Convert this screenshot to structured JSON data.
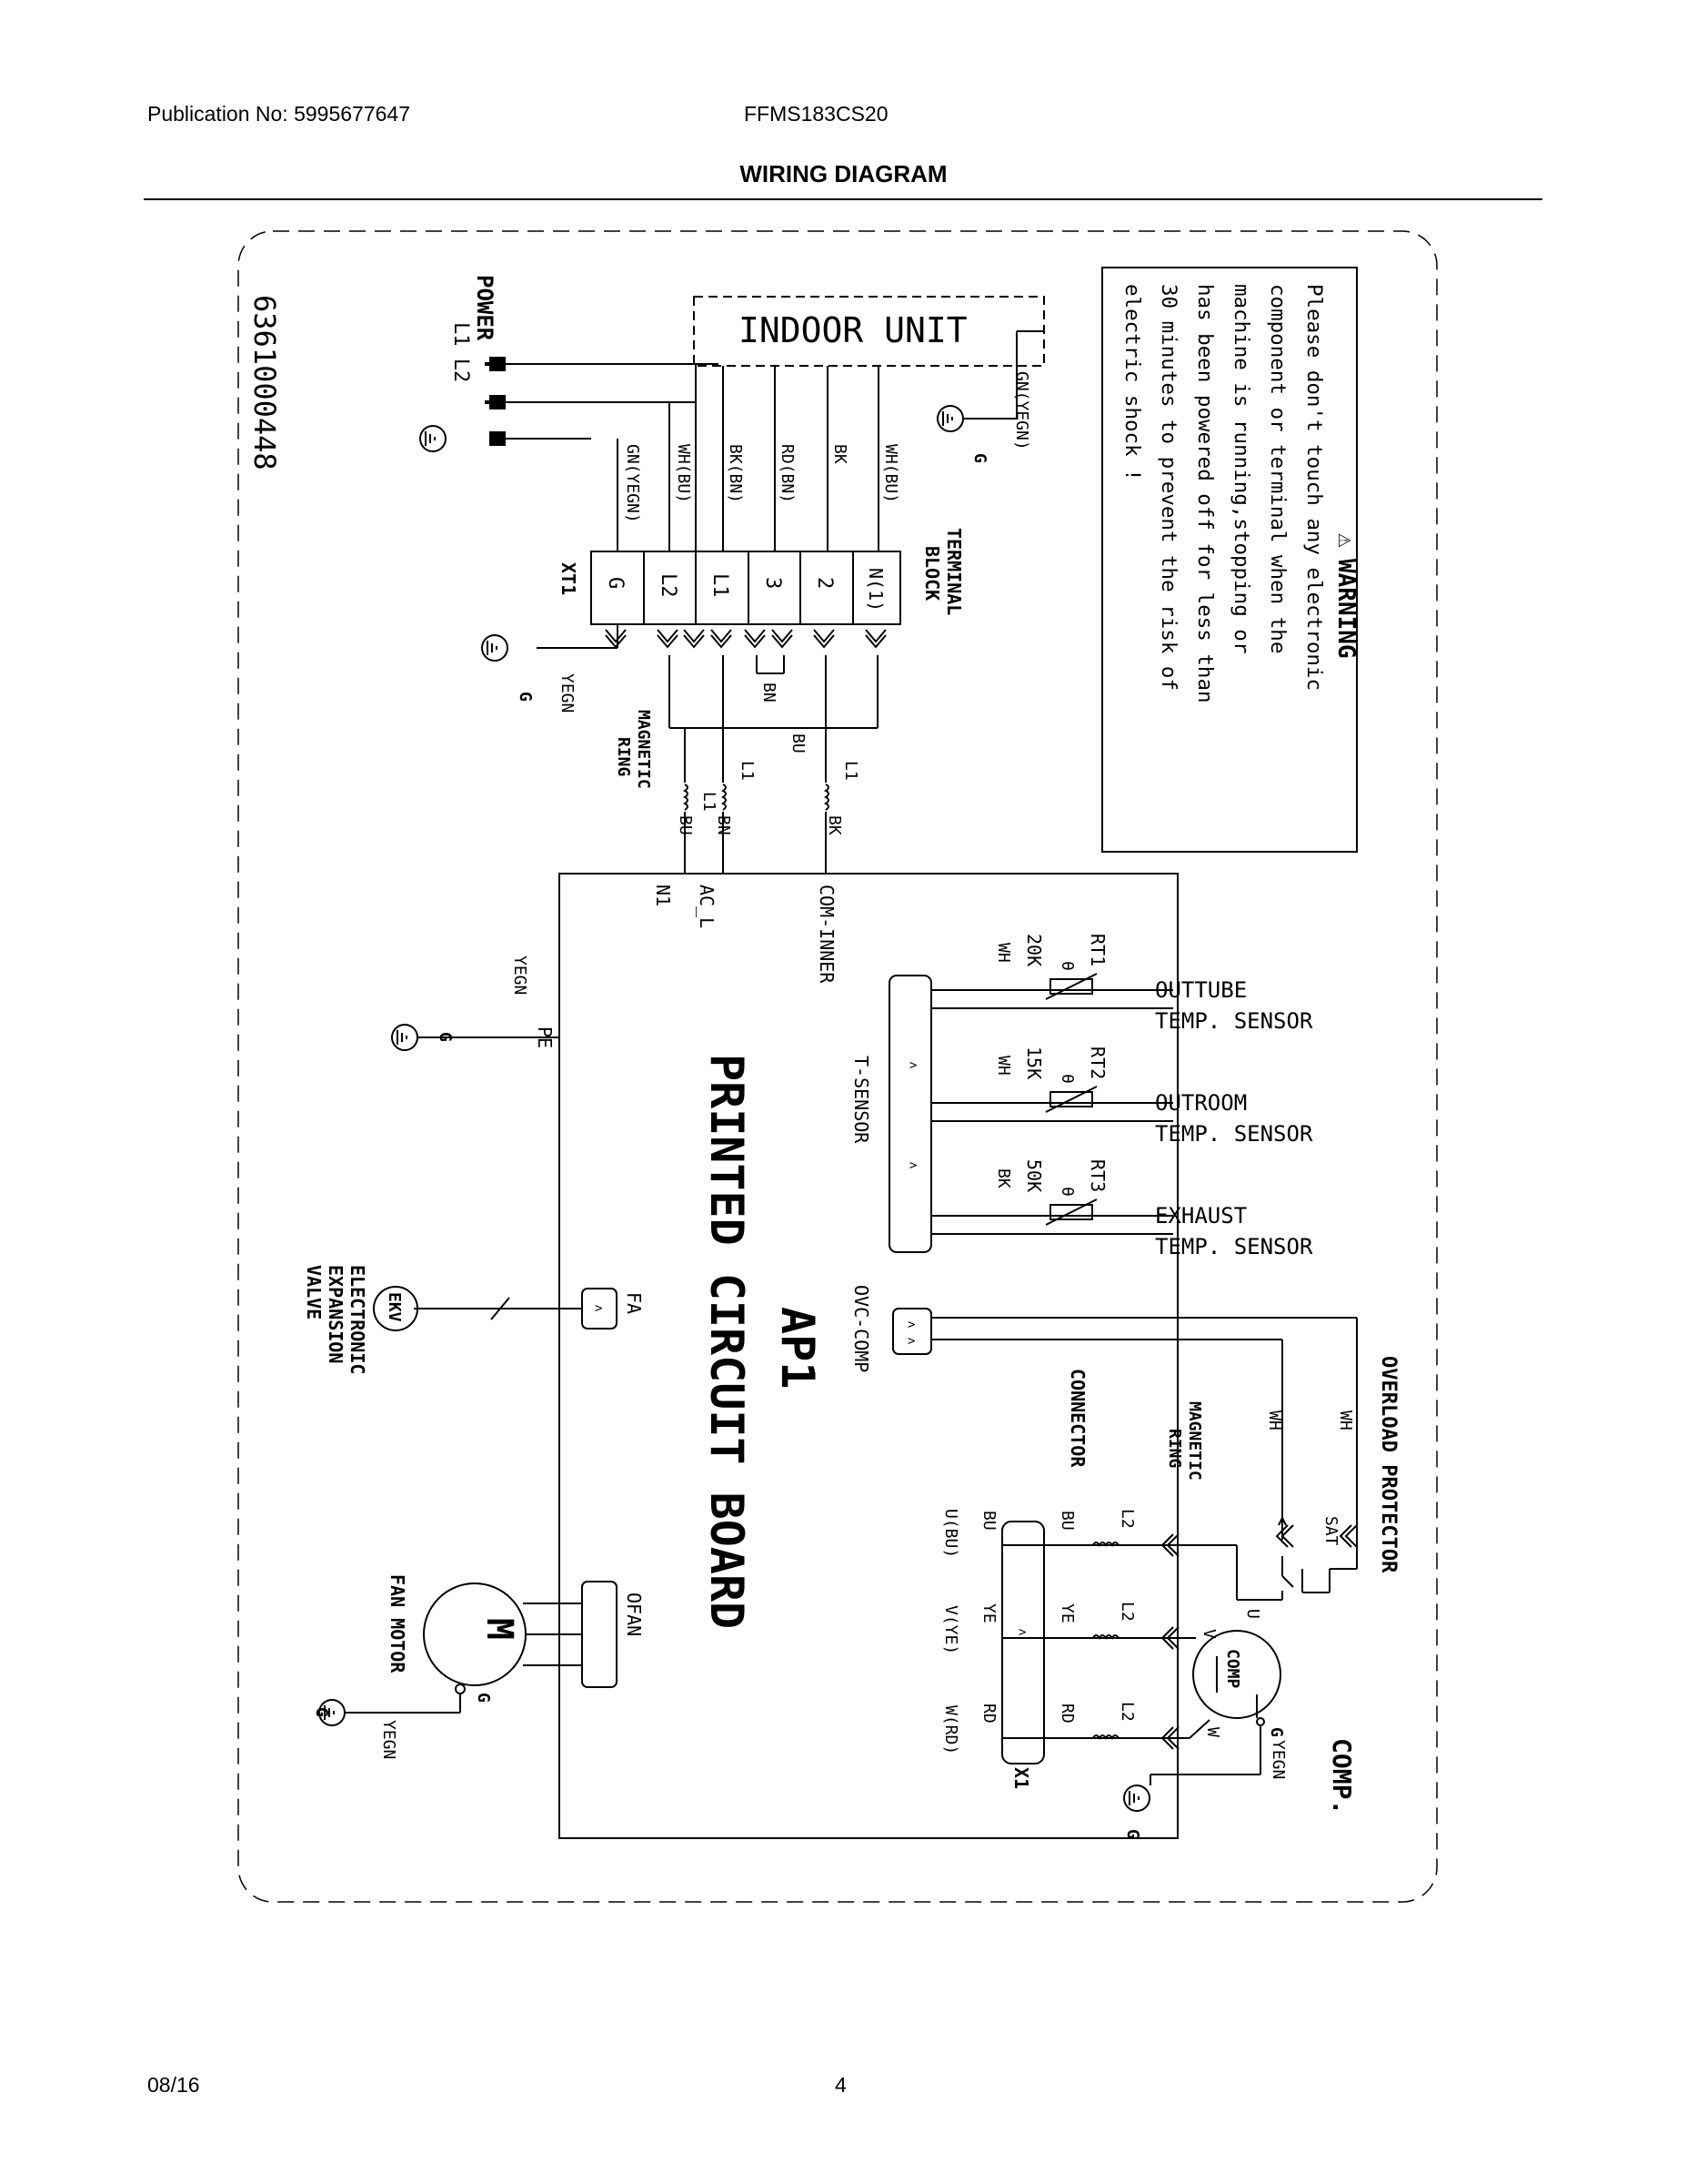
{
  "header": {
    "publication": "Publication No: 5995677647",
    "model": "FFMS183CS20",
    "title": "WIRING DIAGRAM"
  },
  "footer": {
    "date": "08/16",
    "page": "4"
  },
  "diagram": {
    "drawing_number": "6361000448",
    "power": {
      "title": "POWER",
      "lines": "L1 L2"
    },
    "indoor_unit": "INDOOR  UNIT",
    "ground": "G",
    "terminal_block": {
      "title_line1": "TERMINAL",
      "title_line2": "BLOCK",
      "id": "XT1",
      "terminals": [
        "N(1)",
        "2",
        "3",
        "L1",
        "L2",
        "G"
      ]
    },
    "wire_colors": {
      "gn_yegn": "GN(YEGN)",
      "wh_bu": "WH(BU)",
      "bk_bn": "BK(BN)",
      "rd_bn": "RD(BN)",
      "bk": "BK",
      "bn": "BN",
      "bu": "BU",
      "yegn": "YEGN",
      "wh": "WH",
      "ye": "YE",
      "rd": "RD"
    },
    "magnetic_ring": {
      "line1": "MAGNETIC",
      "line2": "RING"
    },
    "l1": "L1",
    "l2": "L2",
    "warning": {
      "title": "WARNING",
      "lines": [
        "Please don't touch any electronic",
        "component or terminal when the",
        "machine is running,stopping or",
        "has been powered off for less than",
        "30 minutes to prevent the risk of",
        "electric shock !"
      ]
    },
    "board": {
      "id": "AP1",
      "name": "PRINTED CIRCUIT BOARD",
      "pins": {
        "n1": "N1",
        "ac_l": "AC_L",
        "com_inner": "COM-INNER",
        "pe": "PE",
        "t_sensor": "T-SENSOR",
        "ovc_comp": "OVC-COMP",
        "fa": "FA",
        "ofan": "OFAN"
      }
    },
    "sensors": [
      {
        "id": "RT1",
        "value": "20K",
        "wire": "WH",
        "line1": "OUTTUBE",
        "line2": "TEMP. SENSOR"
      },
      {
        "id": "RT2",
        "value": "15K",
        "wire": "WH",
        "line1": "OUTROOM",
        "line2": "TEMP. SENSOR"
      },
      {
        "id": "RT3",
        "value": "50K",
        "wire": "BK",
        "line1": "EXHAUST",
        "line2": "TEMP. SENSOR"
      }
    ],
    "theta": "θ",
    "ekv": {
      "symbol": "EKV",
      "line1": "ELECTRONIC",
      "line2": "EXPANSION",
      "line3": "VALVE"
    },
    "fan_motor": {
      "symbol": "M",
      "label": "FAN MOTOR"
    },
    "overload": {
      "title": "OVERLOAD PROTECTOR",
      "sat": "SAT"
    },
    "connector": {
      "title": "CONNECTOR",
      "id": "X1"
    },
    "comp_terminals": {
      "u": "U(BU)",
      "v": "V(YE)",
      "w": "W(RD)"
    },
    "compressor": {
      "title": "COMP.",
      "symbol": "COMP",
      "u": "U",
      "v": "V",
      "w": "W",
      "g": "G"
    }
  }
}
